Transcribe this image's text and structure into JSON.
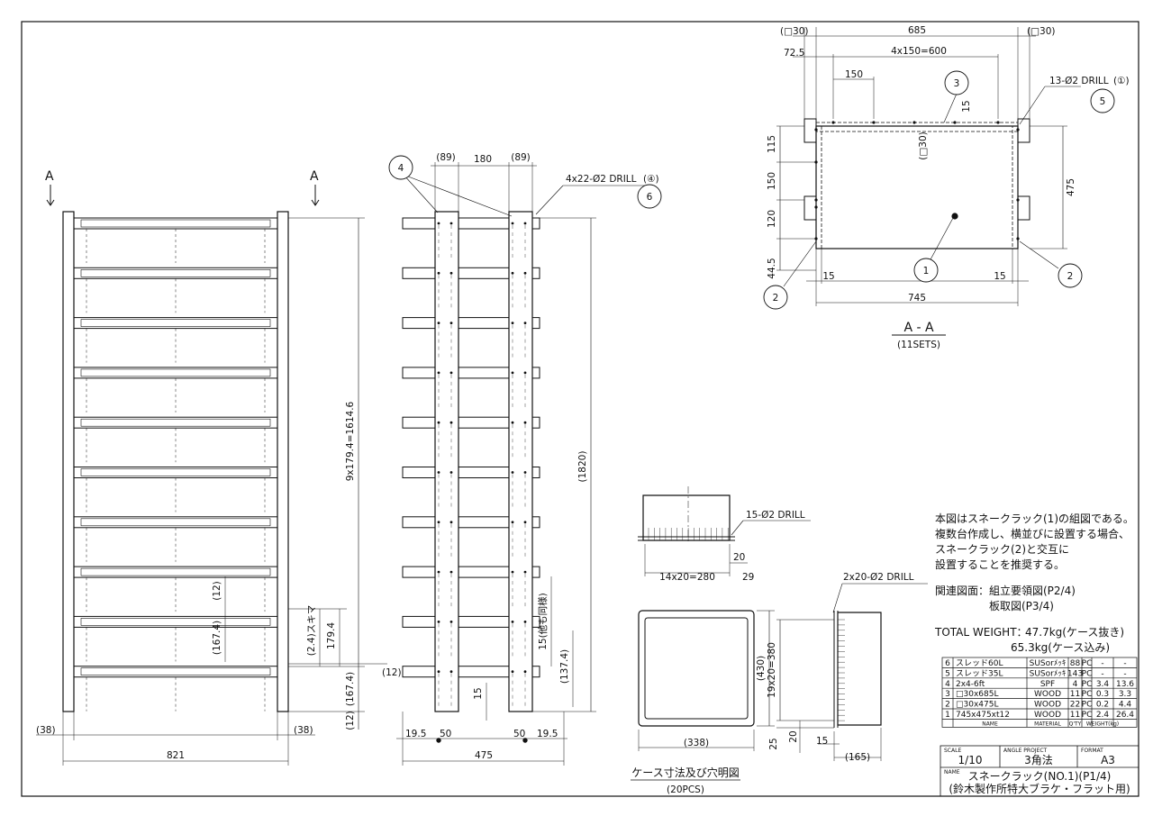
{
  "front": {
    "section_a_left": "A",
    "section_a_right": "A",
    "pitch_total": "9x179.4=1614.6",
    "pitch_179": "179.4",
    "gap_12_top": "(12)",
    "gap_167_inner": "(167.4)",
    "sukima": "(2.4)スキマ",
    "gap_12_mid": "(12)",
    "gap_167_outer": "(167.4)",
    "gap_12_bottom": "(12)",
    "post_left": "(38)",
    "post_right": "(38)",
    "width_total": "821"
  },
  "side": {
    "top_89_left": "(89)",
    "top_180": "180",
    "top_89_right": "(89)",
    "drill_note": "4x22-Ø2 DRILL",
    "drill_ref": "(④)",
    "balloon_4": "4",
    "balloon_6": "6",
    "height_1820": "(1820)",
    "same_note": "15(他も同様)",
    "dim_137": "(137.4)",
    "dim_15": "15",
    "bot_19_5_left": "19.5",
    "bot_50_left": "50",
    "bot_50_right": "50",
    "bot_19_5_right": "19.5",
    "bot_total": "475"
  },
  "section": {
    "sq30_left": "(□30)",
    "sq30_right": "(□30)",
    "top_685": "685",
    "dim_72_5": "72.5",
    "pitch_600": "4x150=600",
    "dim_150": "150",
    "balloon_3": "3",
    "dim_15_top": "15",
    "drill_13": "13-Ø2 DRILL",
    "drill_13_ref": "(①)",
    "balloon_5": "5",
    "left_115": "115",
    "left_150": "150",
    "left_120": "120",
    "left_44_5": "44.5",
    "sq30_mid": "(□30)",
    "right_475": "475",
    "balloon_1": "1",
    "balloon_2a": "2",
    "balloon_2b": "2",
    "bot_15_left": "15",
    "bot_15_right": "15",
    "bot_745": "745",
    "title": "A - A",
    "subtitle": "(11SETS)"
  },
  "case": {
    "drill_15": "15-Ø2 DRILL",
    "dim_20": "20",
    "dim_280": "14x20=280",
    "dim_29": "29",
    "drill_2x20": "2x20-Ø2 DRILL",
    "dim_430": "(430)",
    "dim_380": "19x20=380",
    "dim_338": "(338)",
    "dim_25": "25",
    "dim_20_side": "20",
    "dim_15_side": "15",
    "dim_165": "(165)",
    "title": "ケース寸法及び穴明図",
    "subtitle": "(20PCS)"
  },
  "notes": {
    "lines": [
      "本図はスネークラック(1)の組図である。",
      "複数台作成し、横並びに設置する場合、",
      "スネークラック(2)と交互に",
      "設置することを推奨する。"
    ],
    "ref_label": "関連図面：",
    "ref_1": "組立要領図(P2/4)",
    "ref_2": "板取図(P3/4)",
    "weight_label": "TOTAL WEIGHT：",
    "weight_1": "47.7kg(ケース抜き)",
    "weight_2": "65.3kg(ケース込み)"
  },
  "bom": {
    "headers": [
      "",
      "NAME",
      "MATERIAL",
      "Q'TY",
      "",
      "WEIGHT(kg)",
      ""
    ],
    "rows": [
      [
        "6",
        "スレッド60L",
        "SUSorﾒｯｷ",
        "88",
        "PC",
        "-",
        "-"
      ],
      [
        "5",
        "スレッド35L",
        "SUSorﾒｯｷ",
        "143",
        "PC",
        "-",
        "-"
      ],
      [
        "4",
        "2x4-6ft",
        "SPF",
        "4",
        "PC",
        "3.4",
        "13.6"
      ],
      [
        "3",
        "□30x685L",
        "WOOD",
        "11",
        "PC",
        "0.3",
        "3.3"
      ],
      [
        "2",
        "□30x475L",
        "WOOD",
        "22",
        "PC",
        "0.2",
        "4.4"
      ],
      [
        "1",
        "745x475xt12",
        "WOOD",
        "11",
        "PC",
        "2.4",
        "26.4"
      ]
    ]
  },
  "title_block": {
    "scale_label": "SCALE",
    "scale": "1/10",
    "projection_label": "ANGLE PROJECT",
    "projection": "3角法",
    "format_label": "FORMAT",
    "format": "A3",
    "name_label": "NAME",
    "name_1": "スネークラック(NO.1)(P1/4)",
    "name_2": "(鈴木製作所特大ブラケ・フラット用)"
  }
}
